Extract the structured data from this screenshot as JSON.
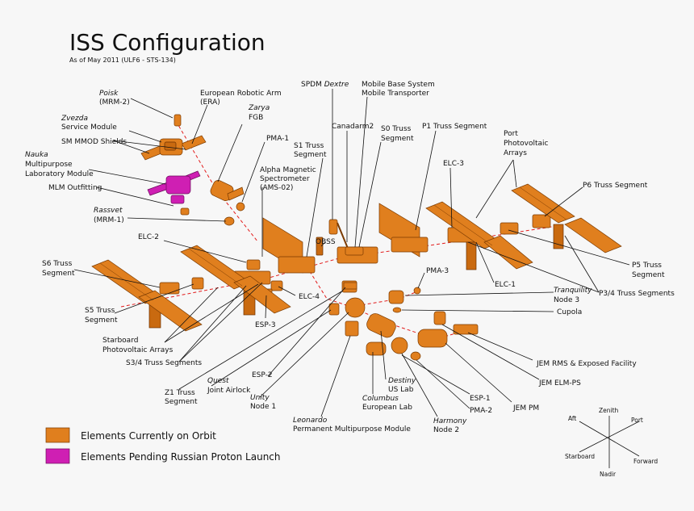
{
  "title": "ISS Configuration",
  "subtitle": "As of May 2011 (ULF6 - STS-134)",
  "colors": {
    "on_orbit": "#e07f1e",
    "pending": "#cf1fb3",
    "trace": "#e21b1b"
  },
  "labels": {
    "poisk_name": "Poisk",
    "poisk_sub": "(MRM-2)",
    "era_1": "European Robotic Arm",
    "era_2": "(ERA)",
    "zvezda_name": "Zvezda",
    "zvezda_sub": "Service Module",
    "smmod": "SM MMOD Shields",
    "nauka_name": "Nauka",
    "nauka_1": "Multipurpose",
    "nauka_2": "Laboratory Module",
    "mlm_outfitting": "MLM Outfitting",
    "zarya_name": "Zarya",
    "zarya_sub": "FGB",
    "pma1": "PMA-1",
    "rassvet_name": "Rassvet",
    "rassvet_sub": "(MRM-1)",
    "ams_1": "Alpha Magnetic",
    "ams_2": "Spectrometer",
    "ams_3": "(AMS-02)",
    "s1_1": "S1 Truss",
    "s1_2": "Segment",
    "spdm_1": "SPDM ",
    "spdm_2": "Dextre",
    "mbs_1": "Mobile Base System",
    "mbs_2": "Mobile Transporter",
    "canadarm2": "Canadarm2",
    "s0_1": "S0 Truss",
    "s0_2": "Segment",
    "p1": "P1 Truss Segment",
    "port_1": "Port",
    "port_2": "Photovoltaic",
    "port_3": "Arrays",
    "elc3": "ELC-3",
    "p6": "P6 Truss Segment",
    "elc2": "ELC-2",
    "obss": "OBSS",
    "s6_1": "S6 Truss",
    "s6_2": "Segment",
    "p5_1": "P5 Truss",
    "p5_2": "Segment",
    "pma3": "PMA-3",
    "elc1": "ELC-1",
    "elc4": "ELC-4",
    "tranq_name": "Tranquility",
    "tranq_sub": "Node 3",
    "p34": "P3/4 Truss Segments",
    "s5_1": "S5 Truss",
    "s5_2": "Segment",
    "esp3": "ESP-3",
    "cupola": "Cupola",
    "stbd_1": "Starboard",
    "stbd_2": "Photovoltaic Arrays",
    "s34": "S3/4 Truss Segments",
    "jem_rms": "JEM RMS & Exposed Facility",
    "jem_elm": "JEM ELM-PS",
    "z1_1": "Z1 Truss",
    "z1_2": "Segment",
    "quest_name": "Quest",
    "quest_sub": "Joint Airlock",
    "esp2": "ESP-2",
    "destiny_name": "Destiny",
    "destiny_sub": "US Lab",
    "esp1": "ESP-1",
    "jem_pm": "JEM PM",
    "unity_name": "Unity",
    "unity_sub": "Node 1",
    "columbus_name": "Columbus",
    "columbus_sub": "European Lab",
    "pma2": "PMA-2",
    "leonardo_name": "Leonardo",
    "leonardo_sub": "Permanent Multipurpose Module",
    "harmony_name": "Harmony",
    "harmony_sub": "Node 2"
  },
  "legend": {
    "on_orbit": "Elements Currently on Orbit",
    "pending": "Elements Pending Russian Proton Launch"
  },
  "axes": {
    "zenith": "Zenith",
    "aft": "Aft",
    "port": "Port",
    "starboard": "Starboard",
    "forward": "Forward",
    "nadir": "Nadir"
  }
}
